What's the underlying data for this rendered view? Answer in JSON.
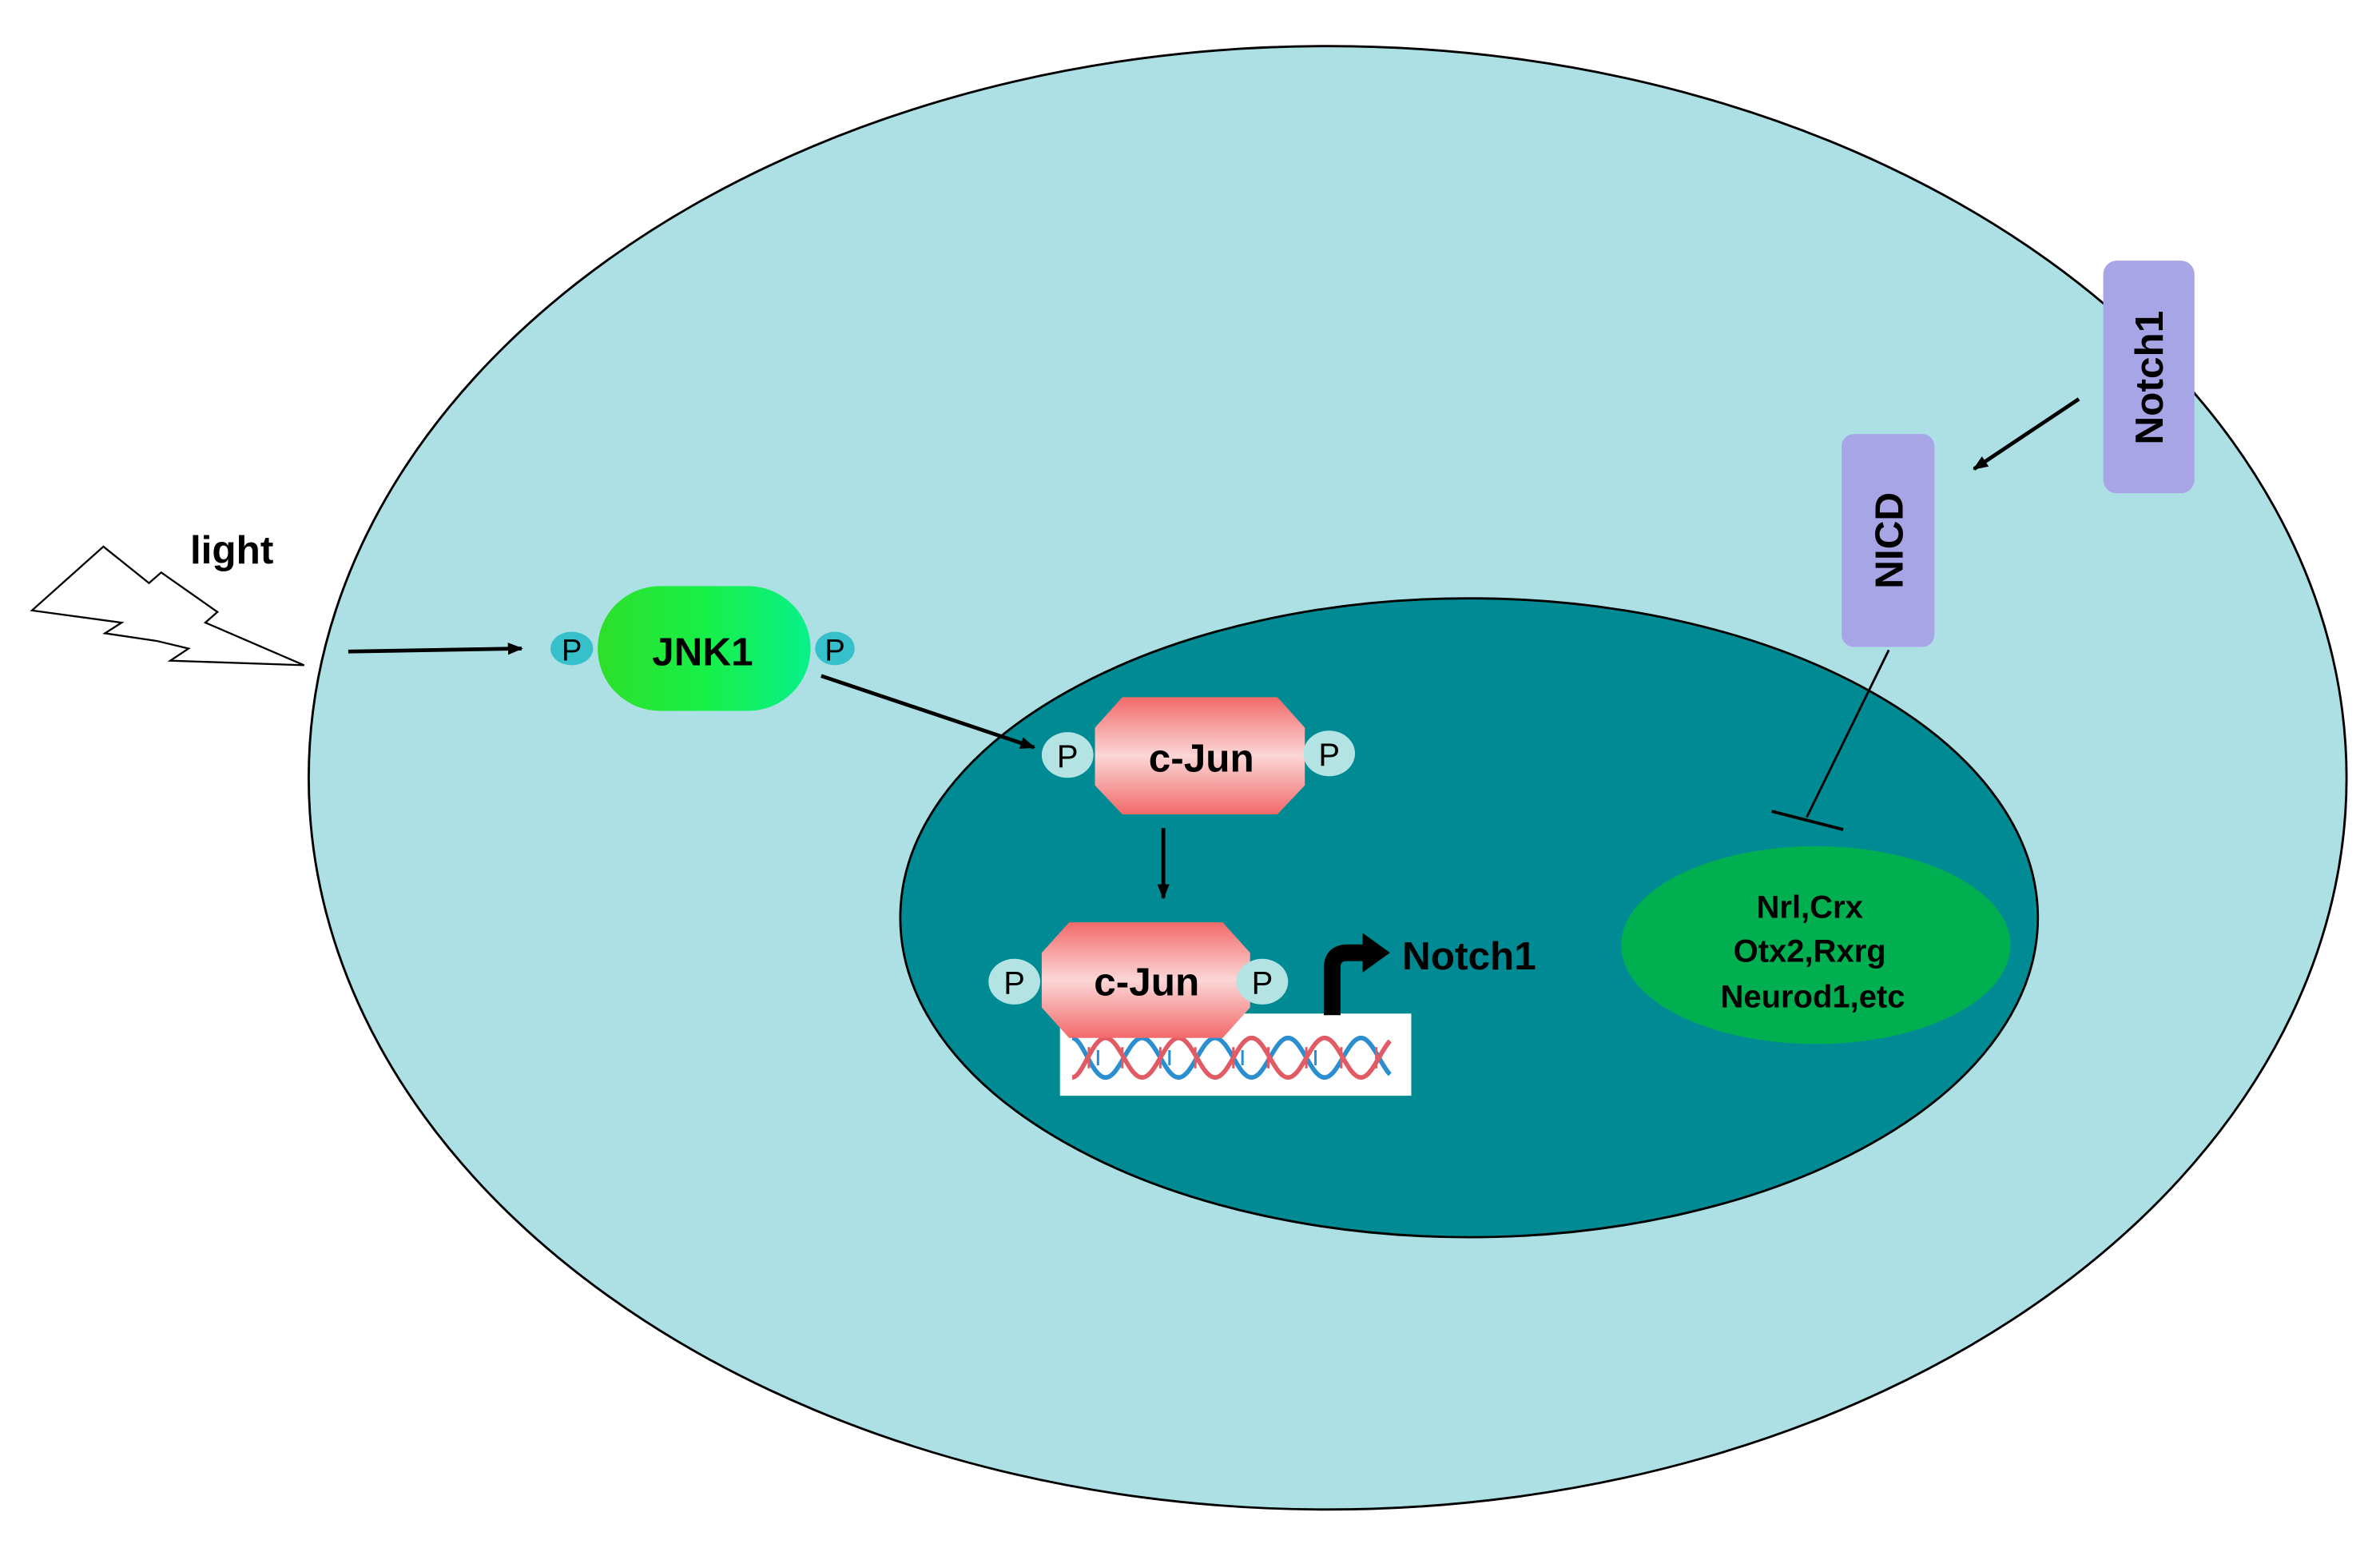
{
  "labels": {
    "light": "light",
    "jnk1": "JNK1",
    "cjun_top": "c-Jun",
    "cjun_bottom": "c-Jun",
    "notch1_gene": "Notch1",
    "notch1_receptor": "Notch1",
    "nicd": "NICD",
    "targets": [
      "Nrl,Crx",
      "Otx2,Rxrg",
      "Neurod1,etc"
    ],
    "phospho": "P"
  },
  "colors": {
    "cytoplasm": "#ade0e4",
    "nucleus": "#008b94",
    "jnk1": "#1ef54f",
    "cjun": "#f48f8f",
    "phospho": "#b3e3e3",
    "receptor": "#a8a5e6",
    "targets": "#00b050",
    "dna_blue": "#2a8ecf",
    "dna_red": "#e15b65"
  }
}
